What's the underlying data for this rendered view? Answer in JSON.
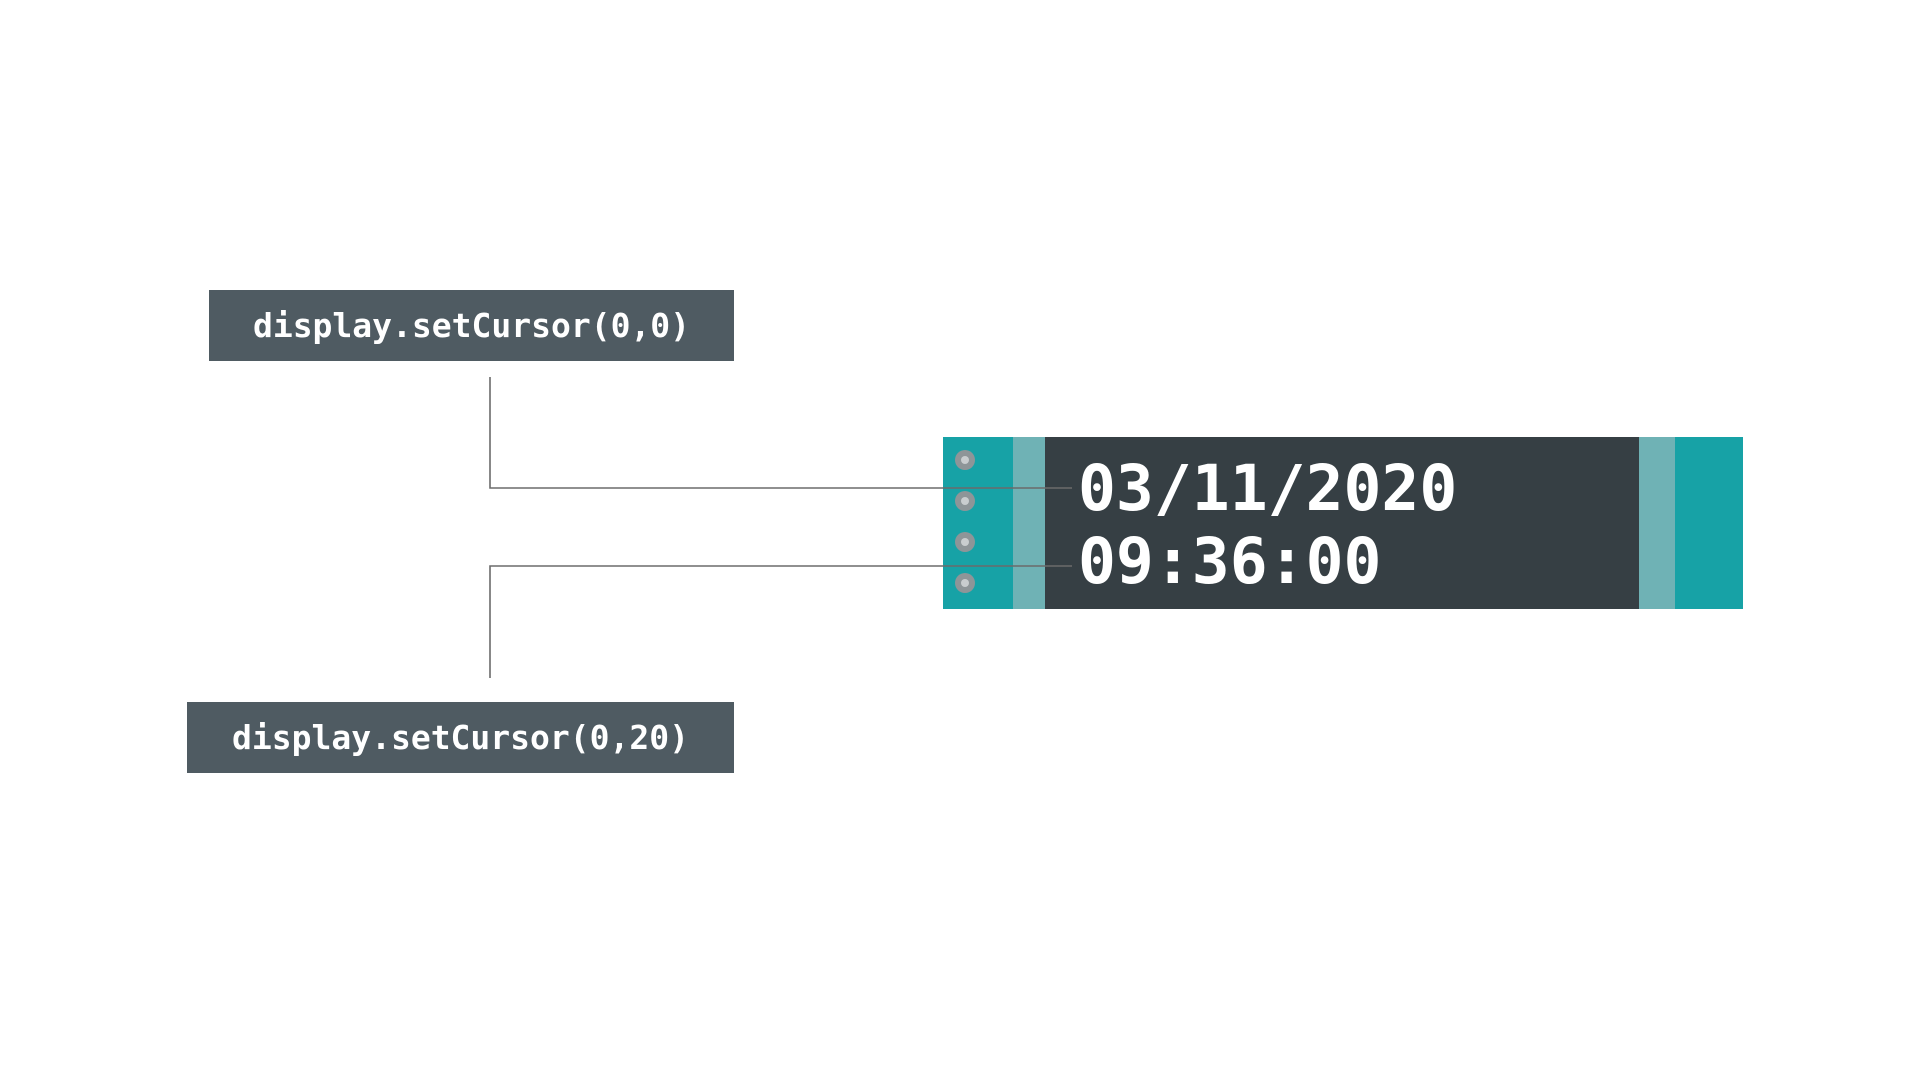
{
  "labels": {
    "top": "display.setCursor(0,0)",
    "bottom": "display.setCursor(0,20)"
  },
  "display": {
    "line1": "03/11/2020",
    "line2": "09:36:00",
    "pin_count": 4
  },
  "colors": {
    "label_bg": "#4f5b62",
    "label_text": "#ffffff",
    "module_teal": "#17a2a6",
    "bezel": "#6fb2b5",
    "screen_bg": "#363f44",
    "screen_text": "#ffffff",
    "connector": "#6b6b6b",
    "pin": "#8e9598"
  }
}
